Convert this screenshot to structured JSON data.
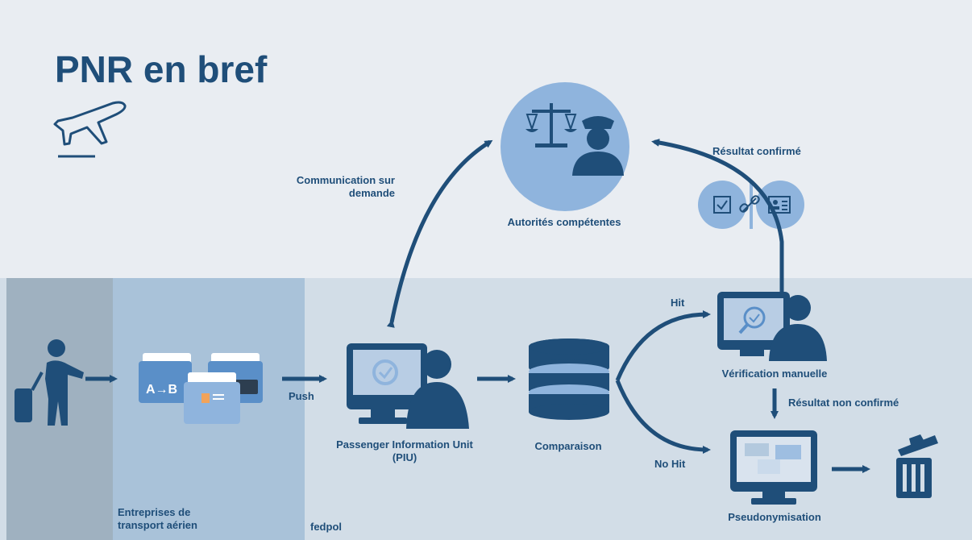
{
  "title": "PNR en bref",
  "labels": {
    "communication": "Communication sur\ndemande",
    "autorites": "Autorités compétentes",
    "resultat_confirme": "Résultat confirmé",
    "hit": "Hit",
    "no_hit": "No Hit",
    "push": "Push",
    "piu": "Passenger Information Unit\n(PIU)",
    "comparaison": "Comparaison",
    "verification": "Vérification manuelle",
    "resultat_non_confirme": "Résultat non confirmé",
    "pseudonymisation": "Pseudonymisation",
    "entreprises": "Entreprises de\ntransport aérien",
    "fedpol": "fedpol",
    "route_badge": "A→B"
  },
  "colors": {
    "top_bg": "#e9edf2",
    "bottom_bg": "#d2dde7",
    "panel_dark": "#9fb1c0",
    "panel_mid": "#a9c2d9",
    "dark_blue": "#1f4e79",
    "light_blue": "#8fb4dd",
    "circle_blue": "#8fb4dd"
  },
  "icons": [
    "plane-icon",
    "traveler-icon",
    "scale-icon",
    "police-officer-icon",
    "check-icon",
    "link-icon",
    "id-card-icon",
    "computer-user-icon",
    "database-icon",
    "trash-icon",
    "magnifier-icon"
  ]
}
